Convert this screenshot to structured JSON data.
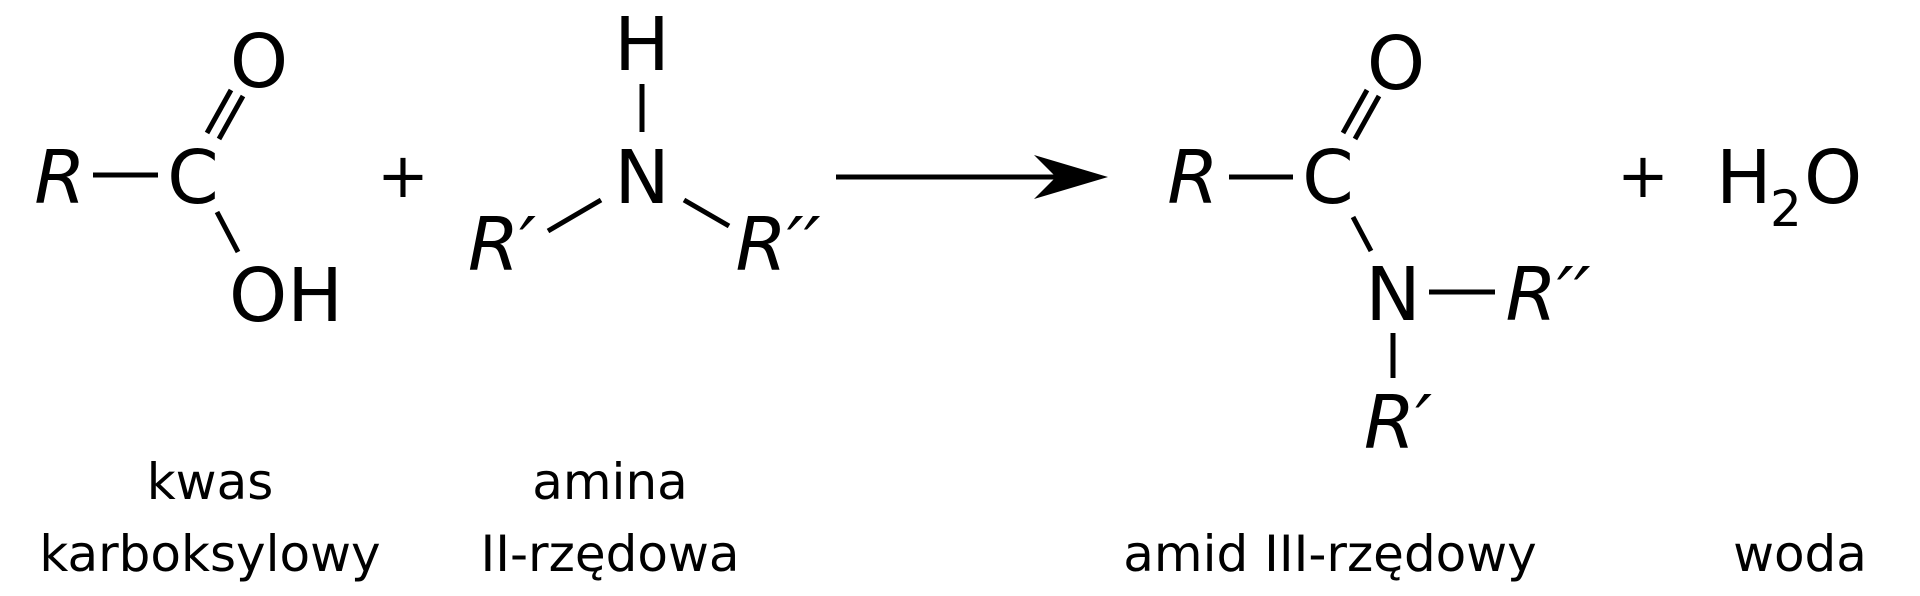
{
  "scheme": {
    "reactant1": {
      "r": "R",
      "c": "C",
      "o": "O",
      "oh": "OH"
    },
    "plus1": "+",
    "reactant2": {
      "h": "H",
      "n": "N",
      "r1": "R′",
      "r2": "R′′"
    },
    "product1": {
      "r": "R",
      "c": "C",
      "o": "O",
      "n": "N",
      "r1": "R′",
      "r2": "R′′"
    },
    "plus2": "+",
    "product2": {
      "h": "H",
      "sub": "2",
      "o": "O"
    }
  },
  "captions": {
    "acid": [
      "kwas",
      "karboksylowy"
    ],
    "amine": [
      "amina",
      "II-rzędowa"
    ],
    "amide": [
      "amid III-rzędowy"
    ],
    "water": [
      "woda"
    ]
  },
  "colors": {
    "ink": "#000000",
    "background": "#ffffff"
  }
}
